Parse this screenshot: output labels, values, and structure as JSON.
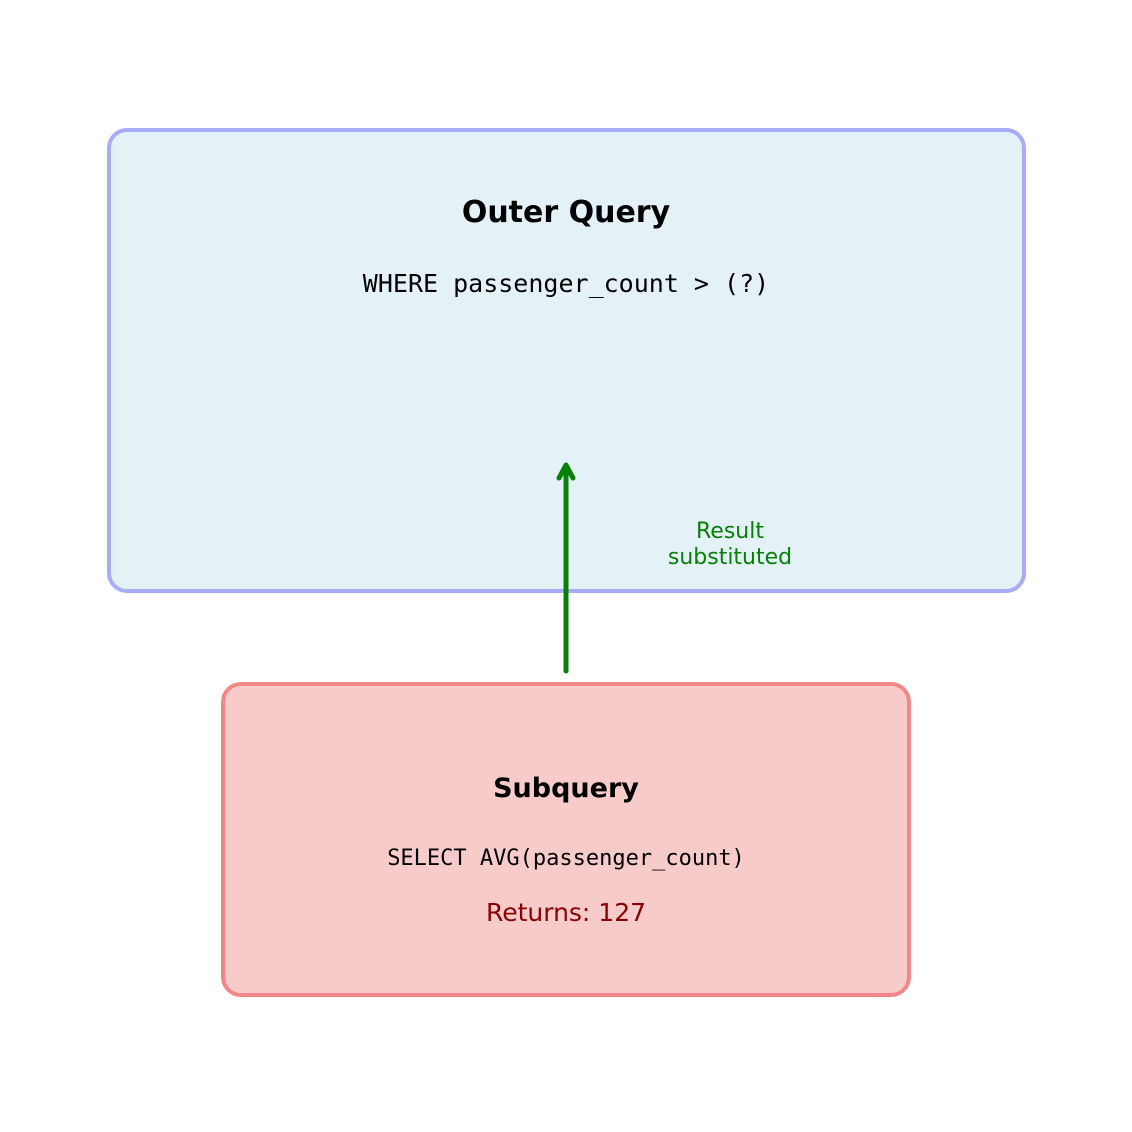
{
  "outer_query": {
    "title": "Outer Query",
    "code": "WHERE passenger_count > (?)",
    "fill_color": "#e4f2f7",
    "border_color": "#a8acf6"
  },
  "subquery": {
    "title": "Subquery",
    "code": "SELECT AVG(passenger_count)",
    "returns": "Returns: 127",
    "fill_color": "#f8cbcb",
    "border_color": "#f38686",
    "returns_color": "#8b0000"
  },
  "arrow": {
    "label_line1": "Result",
    "label_line2": "substituted",
    "color": "#078007"
  }
}
